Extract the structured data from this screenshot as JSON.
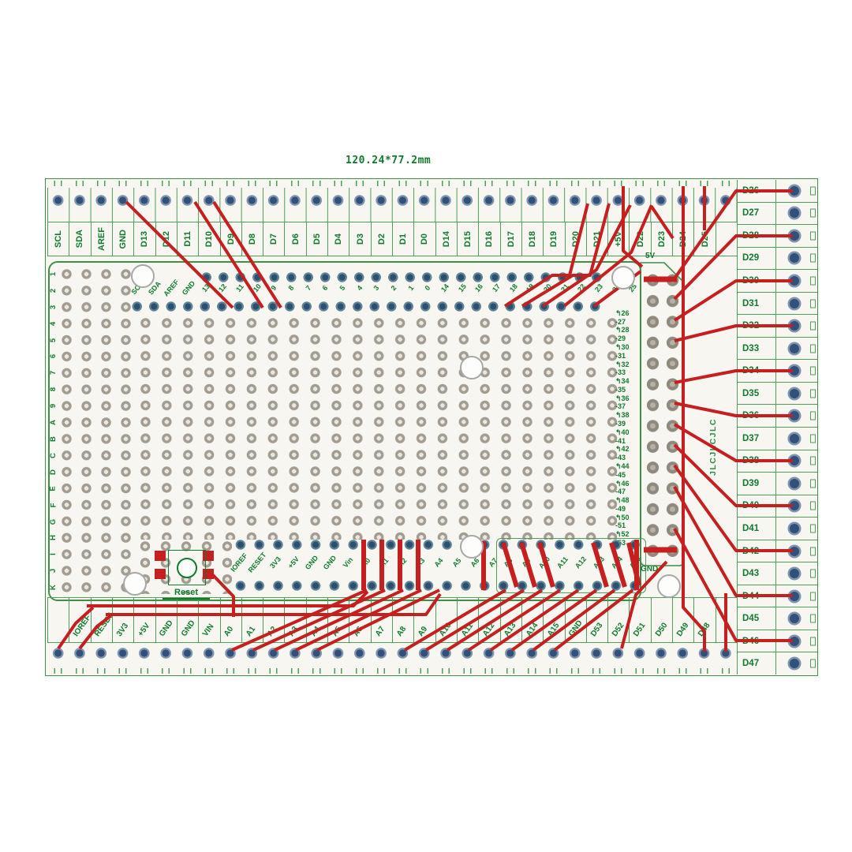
{
  "title": "120.24*77.2mm",
  "board": {
    "top_pins": [
      "SCL",
      "SDA",
      "AREF",
      "GND",
      "D13",
      "D12",
      "D11",
      "D10",
      "D9",
      "D8",
      "D7",
      "D6",
      "D5",
      "D4",
      "D3",
      "D2",
      "D1",
      "D0",
      "D14",
      "D15",
      "D16",
      "D17",
      "D18",
      "D19",
      "D20",
      "D21",
      "+5V",
      "D22",
      "D23",
      "D24",
      "D25"
    ],
    "right_pins": [
      "D26",
      "D27",
      "D28",
      "D29",
      "D30",
      "D31",
      "D32",
      "D33",
      "D34",
      "D35",
      "D36",
      "D37",
      "D38",
      "D39",
      "D40",
      "D41",
      "D42",
      "D43",
      "D44",
      "D45",
      "D46",
      "D47"
    ],
    "bottom_pins": [
      "IOREF",
      "RESET",
      "3V3",
      "+5V",
      "GND",
      "GND",
      "VIN",
      "A0",
      "A1",
      "A2",
      "A3",
      "A4",
      "A5",
      "A6",
      "A7",
      "A8",
      "A9",
      "A10",
      "A11",
      "A12",
      "A13",
      "A14",
      "A15",
      "GND",
      "D53",
      "D52",
      "D51",
      "D50",
      "D49",
      "D48"
    ],
    "breadboard": {
      "row_letters": [
        "1",
        "2",
        "3",
        "4",
        "5",
        "6",
        "7",
        "8",
        "9",
        "A",
        "B",
        "C",
        "D",
        "E",
        "F",
        "G",
        "H",
        "I",
        "J",
        "K"
      ],
      "inner_top_pins": [
        "SCL",
        "SDA",
        "AREF",
        "GND",
        "13",
        "12",
        "11",
        "10",
        "9",
        "8",
        "7",
        "6",
        "5",
        "4",
        "3",
        "2",
        "1",
        "0",
        "14",
        "15",
        "16",
        "17",
        "18",
        "19",
        "20",
        "21",
        "22",
        "23",
        "24",
        "25"
      ],
      "mid_right_pins": [
        "↰26",
        "-27",
        "↰28",
        "-29",
        "↰30",
        "-31",
        "↰32",
        "-33",
        "↰34",
        "-35",
        "↰36",
        "-37",
        "↰38",
        "-39",
        "↰40",
        "-41",
        "↰42",
        "-43",
        "↰44",
        "-45",
        "↰46",
        "-47",
        "↰48",
        "-49",
        "↰50",
        "-51",
        "↰52",
        "-53"
      ],
      "power_pins": [
        "IOREF",
        "RESET",
        "3V3",
        "+5V",
        "GND",
        "GND",
        "Vin"
      ],
      "analog_pins_a": [
        "A0",
        "A1",
        "A2",
        "A3",
        "A4",
        "A5",
        "A6",
        "A7"
      ],
      "analog_pins_b": [
        "A8",
        "A9",
        "A10",
        "A11",
        "A12",
        "A13",
        "A14",
        "A15"
      ],
      "reset_label": "Reset"
    },
    "power_header": {
      "top_label": "5V",
      "bottom_label": "GND"
    },
    "silkscreen_text": "JLCJLCJLC",
    "colors": {
      "trace": "#c61f1f",
      "silkscreen": "#117a2e",
      "grid_line": "#4f9d58",
      "board_fill": "#f7f6f1",
      "hole_dark": "#31507a",
      "hole_gray": "#a29c91"
    }
  }
}
